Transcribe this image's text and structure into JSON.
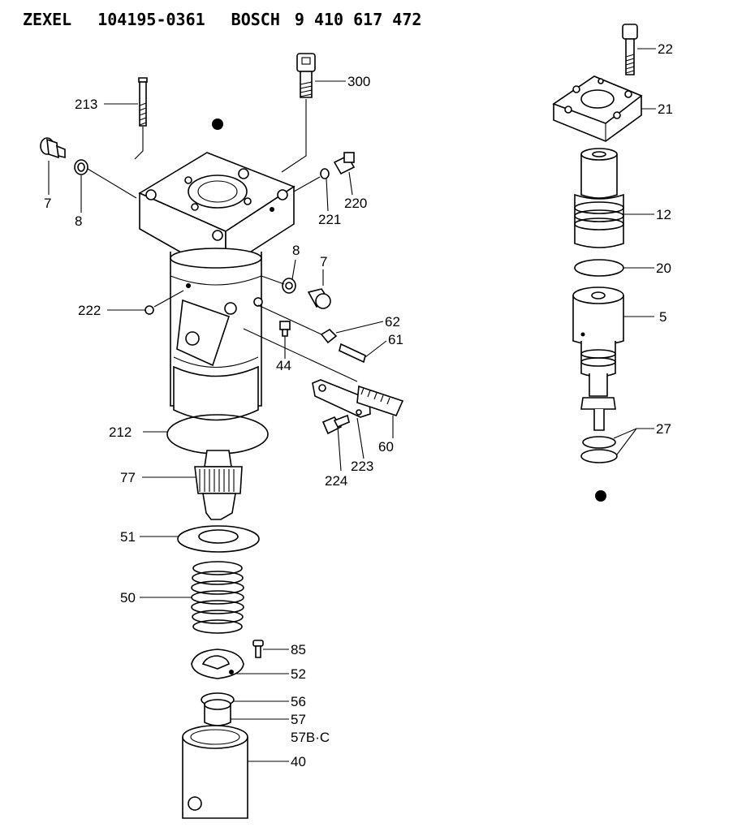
{
  "header": {
    "brand_left": "ZEXEL",
    "part_no_left": "104195-0361",
    "brand_right": "BOSCH",
    "part_no_right": "9 410 617 472"
  },
  "callouts": {
    "c213": "213",
    "c300": "300",
    "c7a": "7",
    "c8a": "8",
    "c220": "220",
    "c221": "221",
    "c8b": "8",
    "c7b": "7",
    "c222": "222",
    "c62": "62",
    "c61": "61",
    "c44": "44",
    "c212": "212",
    "c60": "60",
    "c223": "223",
    "c224": "224",
    "c77": "77",
    "c51": "51",
    "c50": "50",
    "c85": "85",
    "c52": "52",
    "c56": "56",
    "c57": "57",
    "c57bc": "57B·C",
    "c40": "40",
    "c22": "22",
    "c21": "21",
    "c12": "12",
    "c20": "20",
    "c5": "5",
    "c27": "27"
  }
}
